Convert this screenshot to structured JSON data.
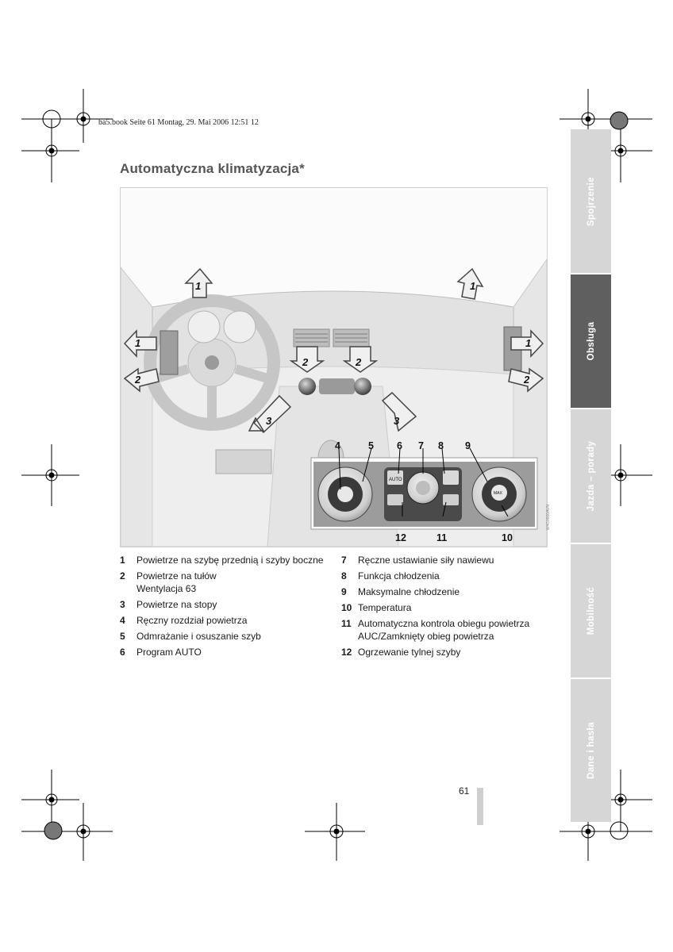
{
  "header": {
    "print_line": "ba5.book  Seite 61  Montag, 29. Mai 2006  12:51 12"
  },
  "title": "Automatyczna klimatyzacja*",
  "figure": {
    "code": "W4C0000AVN",
    "callouts": [
      "1",
      "1",
      "1",
      "1",
      "2",
      "2",
      "2",
      "2",
      "3",
      "3"
    ],
    "panel_numbers": [
      "4",
      "5",
      "6",
      "7",
      "8",
      "9",
      "12",
      "11",
      "10"
    ],
    "panel_labels": {
      "auto": "AUTO",
      "max": "MAX"
    }
  },
  "legend": {
    "left": [
      {
        "num": "1",
        "text": "Powietrze na szybę przednią i szyby boczne"
      },
      {
        "num": "2",
        "text": "Powietrze na tułów"
      },
      {
        "num": "",
        "text": "Wentylacja   63"
      },
      {
        "num": "3",
        "text": "Powietrze na stopy"
      },
      {
        "num": "4",
        "text": "Ręczny rozdział powietrza"
      },
      {
        "num": "5",
        "text": "Odmrażanie i osuszanie szyb"
      },
      {
        "num": "6",
        "text": "Program AUTO"
      }
    ],
    "right": [
      {
        "num": "7",
        "text": "Ręczne ustawianie siły nawiewu"
      },
      {
        "num": "8",
        "text": "Funkcja chłodzenia"
      },
      {
        "num": "9",
        "text": "Maksymalne chłodzenie"
      },
      {
        "num": "10",
        "text": "Temperatura"
      },
      {
        "num": "11",
        "text": "Automatyczna kontrola obiegu powietrza"
      },
      {
        "num": "",
        "text": "AUC/Zamknięty obieg powietrza"
      },
      {
        "num": "12",
        "text": "Ogrzewanie tylnej szyby"
      }
    ]
  },
  "tabs": [
    {
      "label": "Spojrzenie",
      "active": false
    },
    {
      "label": "Obsługa",
      "active": true
    },
    {
      "label": "Jazda – porady",
      "active": false
    },
    {
      "label": "Mobilność",
      "active": false
    },
    {
      "label": "Dane i hasła",
      "active": false
    }
  ],
  "page_number": "61"
}
